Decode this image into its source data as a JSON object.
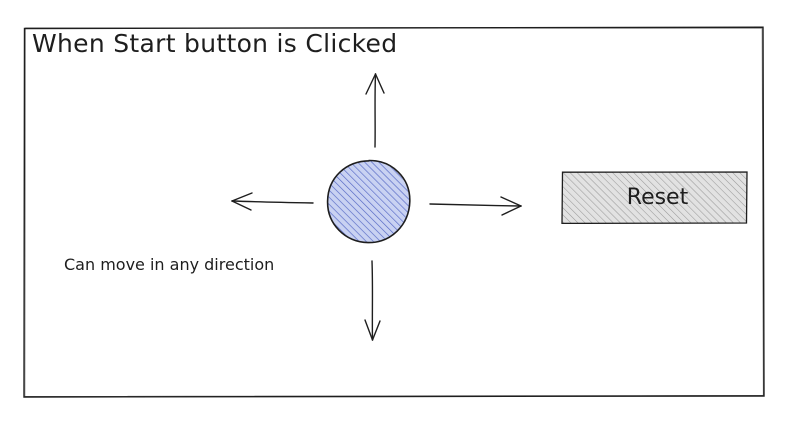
{
  "diagram": {
    "title": "When Start button is Clicked",
    "caption": "Can move in any direction",
    "reset_button": {
      "label": "Reset"
    },
    "ball": {
      "fill": "#a5b4e8",
      "stroke": "#1e1e1e"
    },
    "arrows": [
      "up",
      "down",
      "left",
      "right"
    ],
    "colors": {
      "ink": "#1e1e1e",
      "button_hatch": "#9a9a9a",
      "button_fill": "#e2e2e2"
    }
  }
}
